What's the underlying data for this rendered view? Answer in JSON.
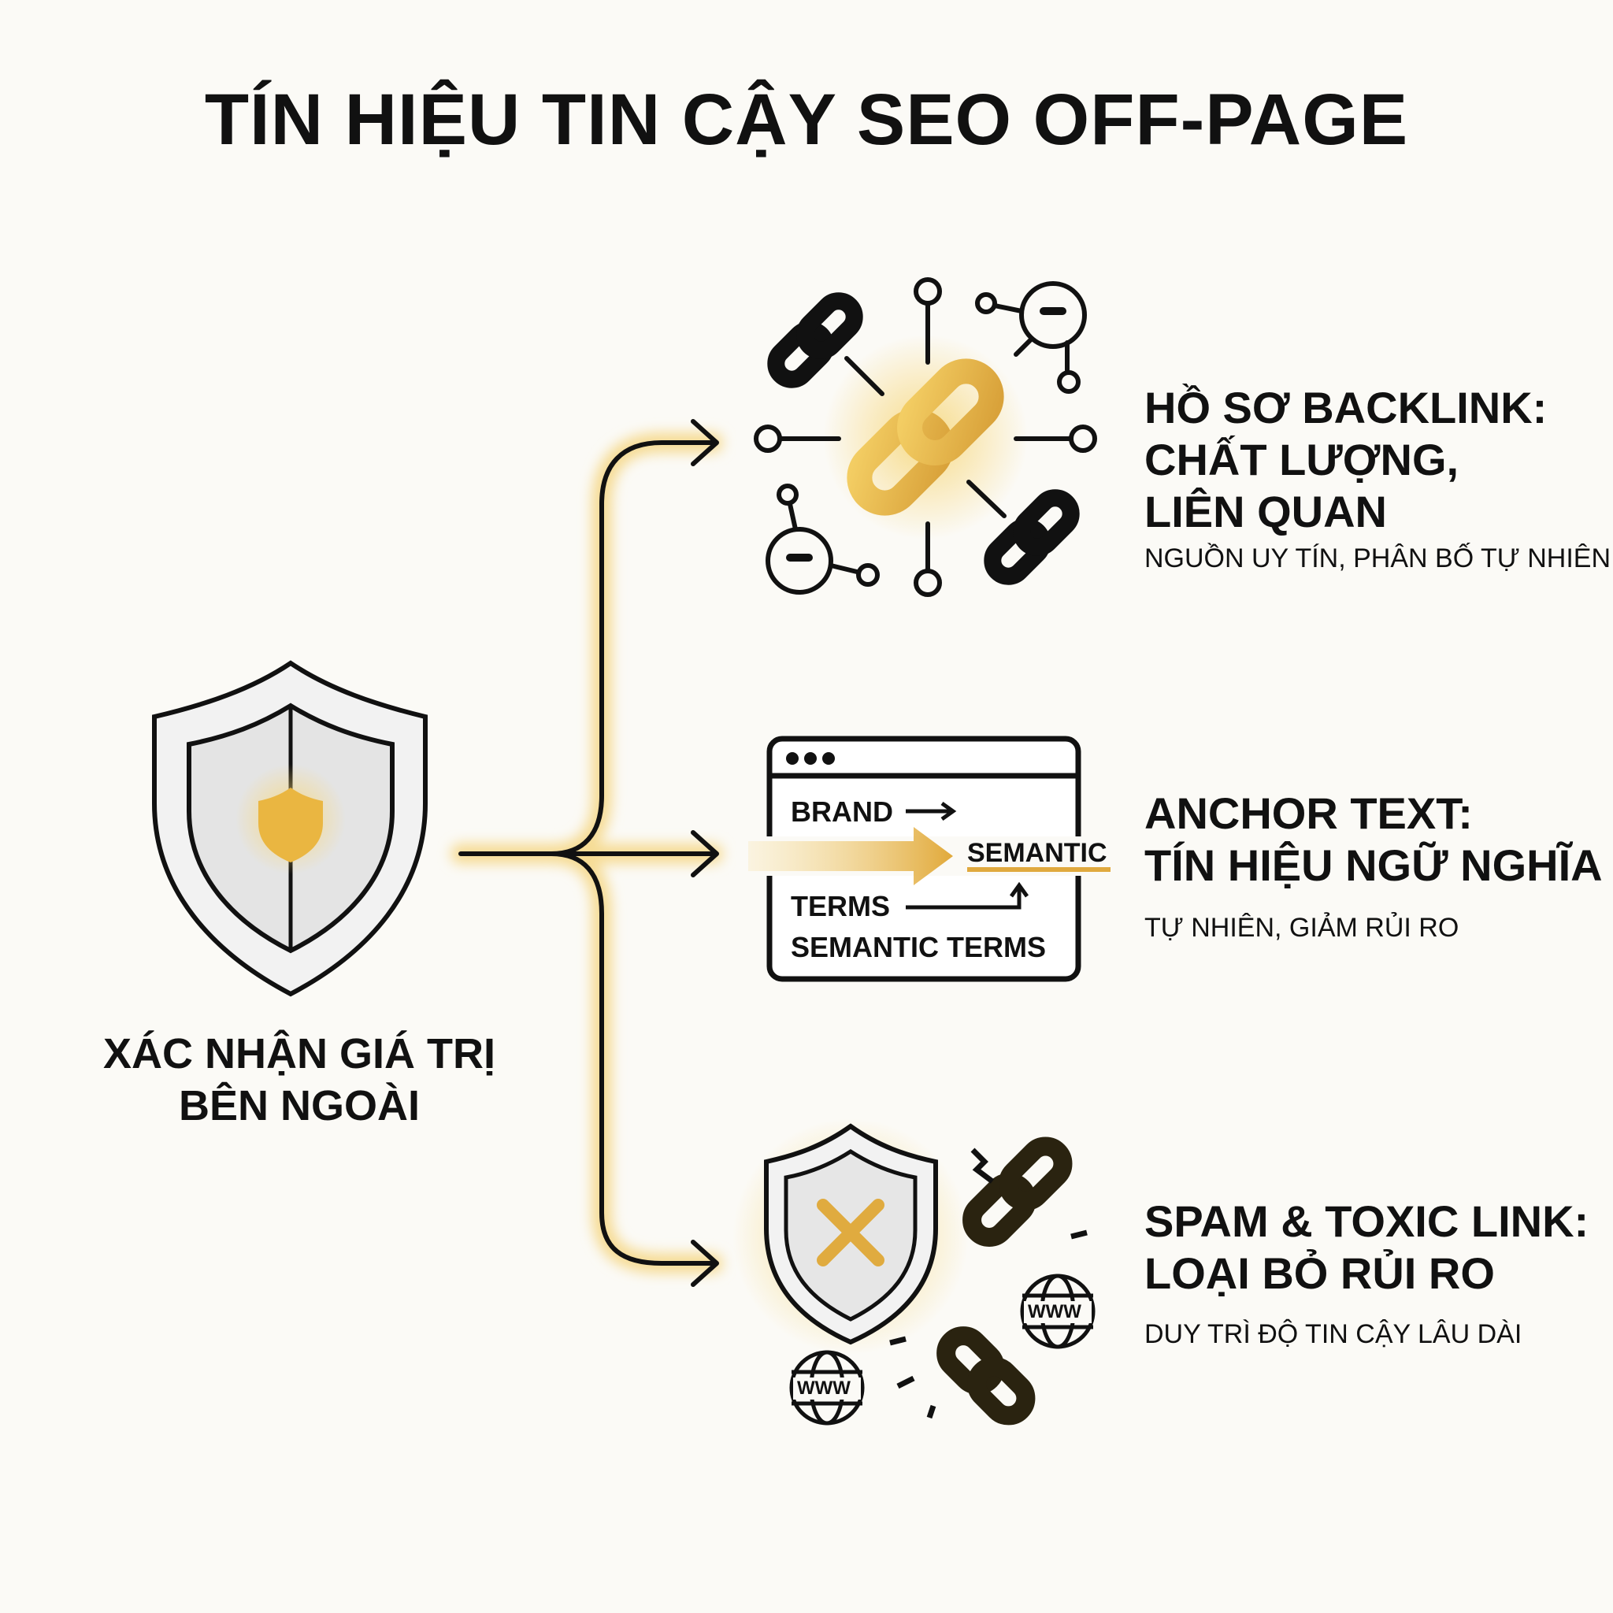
{
  "title": "TÍN HIỆU TIN CẬY SEO OFF-PAGE",
  "center": {
    "label_line1": "XÁC NHẬN GIÁ TRỊ",
    "label_line2": "BÊN NGOÀI",
    "icon": "shield-icon"
  },
  "branches": [
    {
      "icon": "backlink-network-icon",
      "heading": [
        "HỒ SƠ BACKLINK:",
        "CHẤT LƯỢNG,",
        "LIÊN QUAN"
      ],
      "subtitle": "NGUỒN UY TÍN, PHÂN BỐ TỰ NHIÊN"
    },
    {
      "icon": "browser-window-icon",
      "window": {
        "brand": "BRAND",
        "semantic": "SEMANTIC",
        "terms": "TERMS",
        "semantic_terms": "SEMANTIC TERMS"
      },
      "heading": [
        "ANCHOR TEXT:",
        "TÍN HIỆU NGỮ NGHĨA"
      ],
      "subtitle": "TỰ NHIÊN, GIẢM RỦI RO"
    },
    {
      "icon": "shield-x-icon",
      "www_label": "WWW",
      "heading": [
        "SPAM & TOXIC LINK:",
        "LOẠI BỎ RỦI RO"
      ],
      "subtitle": "DUY TRÌ ĐỘ TIN CẬY LÂU DÀI"
    }
  ],
  "colors": {
    "accent": "#e8b53c",
    "glow": "#f7dd8f",
    "ink": "#111111",
    "background": "#fbfaf6"
  }
}
